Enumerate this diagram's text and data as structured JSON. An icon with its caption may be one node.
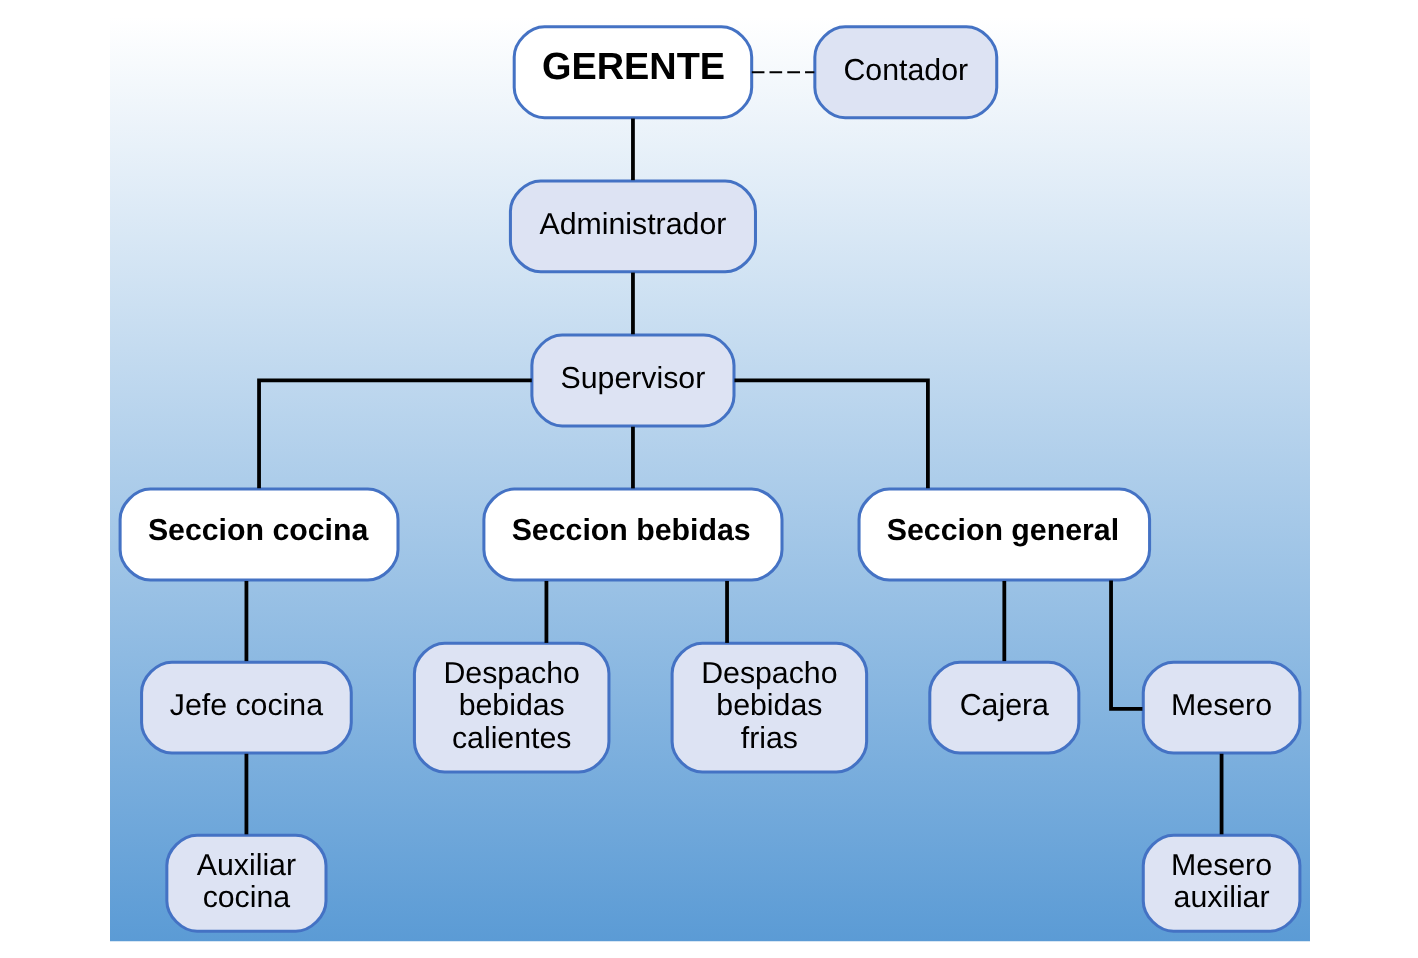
{
  "diagram": {
    "nodes": [
      {
        "text": [
          "GERENTE"
        ]
      },
      {
        "text": [
          "Contador"
        ]
      },
      {
        "text": [
          "Administrador"
        ]
      },
      {
        "text": [
          "Supervisor"
        ]
      },
      {
        "text": [
          "Seccion cocina"
        ]
      },
      {
        "text": [
          "Seccion bebidas"
        ]
      },
      {
        "text": [
          "Seccion general"
        ]
      },
      {
        "text": [
          "Jefe cocina"
        ]
      },
      {
        "text": [
          "Auxiliar cocina"
        ]
      },
      {
        "text": [
          "Despacho bebidas calientes"
        ]
      },
      {
        "text": [
          "Despacho bebidas frias"
        ]
      },
      {
        "text": [
          "Cajera"
        ]
      },
      {
        "text": [
          "Mesero"
        ]
      },
      {
        "text": [
          "Mesero auxiliar"
        ]
      }
    ],
    "edges": [
      {
        "from": 0,
        "to": 2,
        "arrow": "none"
      },
      {
        "from": 0,
        "to": 1,
        "arrow": "none",
        "style": "dashed"
      },
      {
        "from": 2,
        "to": 3,
        "arrow": "none"
      },
      {
        "from": 3,
        "to": 4,
        "arrow": "none"
      },
      {
        "from": 3,
        "to": 5,
        "arrow": "none"
      },
      {
        "from": 3,
        "to": 6,
        "arrow": "none"
      },
      {
        "from": 4,
        "to": 7,
        "arrow": "none"
      },
      {
        "from": 7,
        "to": 8,
        "arrow": "none"
      },
      {
        "from": 5,
        "to": 9,
        "arrow": "none"
      },
      {
        "from": 5,
        "to": 10,
        "arrow": "none"
      },
      {
        "from": 6,
        "to": 11,
        "arrow": "none"
      },
      {
        "from": 6,
        "to": 12,
        "arrow": "none"
      },
      {
        "from": 12,
        "to": 13,
        "arrow": "none"
      }
    ]
  }
}
